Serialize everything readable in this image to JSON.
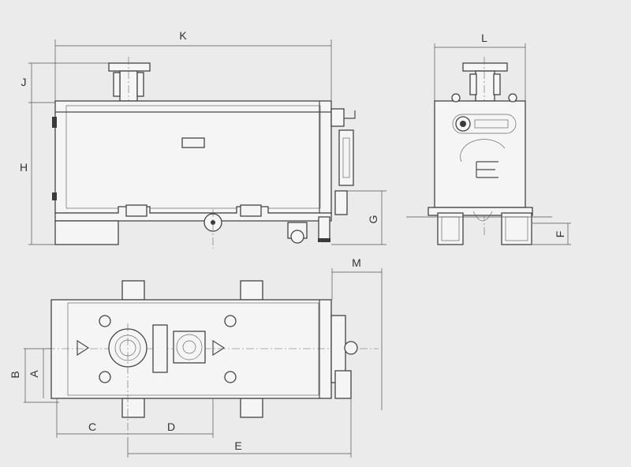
{
  "dimensions": {
    "K": "K",
    "J": "J",
    "H": "H",
    "G": "G",
    "L": "L",
    "F": "F",
    "M": "M",
    "B": "B",
    "A": "A",
    "C": "C",
    "D": "D",
    "E": "E"
  }
}
